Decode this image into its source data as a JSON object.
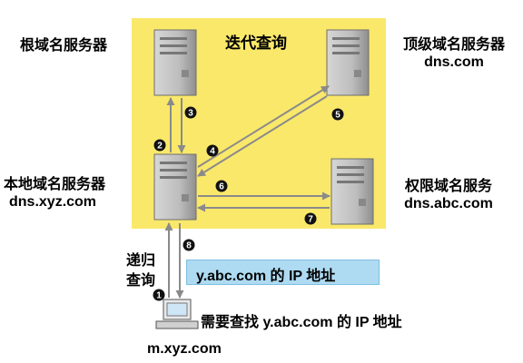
{
  "title": "迭代查询",
  "servers": {
    "root": {
      "label": "根域名服务器"
    },
    "tld": {
      "label": "顶级域名服务器",
      "host": "dns.com"
    },
    "local": {
      "label": "本地域名服务器",
      "host": "dns.xyz.com"
    },
    "auth": {
      "label": "权限域名服务",
      "host": "dns.abc.com"
    }
  },
  "client": {
    "host": "m.xyz.com",
    "query": "需要查找 y.abc.com 的 IP 地址"
  },
  "recursive_label": [
    "递归",
    "查询"
  ],
  "result": "y.abc.com 的 IP 地址",
  "steps": [
    "1",
    "2",
    "3",
    "4",
    "5",
    "6",
    "7",
    "8"
  ],
  "colors": {
    "panel": "#fae86a",
    "result_box": "#aedbf2",
    "arrow": "#8a8a8a",
    "server": "#b9b9b9"
  }
}
